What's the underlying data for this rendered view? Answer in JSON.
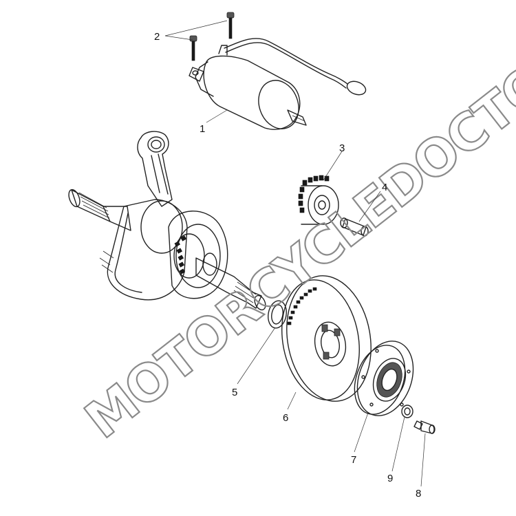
{
  "callouts": [
    {
      "number": "1",
      "part": "starter-motor"
    },
    {
      "number": "2",
      "part": "bolt"
    },
    {
      "number": "3",
      "part": "idler-gear"
    },
    {
      "number": "4",
      "part": "idler-shaft"
    },
    {
      "number": "5",
      "part": "washer"
    },
    {
      "number": "6",
      "part": "starter-driven-gear"
    },
    {
      "number": "7",
      "part": "starter-clutch"
    },
    {
      "number": "8",
      "part": "bolt"
    },
    {
      "number": "9",
      "part": "washer"
    }
  ],
  "watermark": "MOTORCYCLEDOCTOR"
}
